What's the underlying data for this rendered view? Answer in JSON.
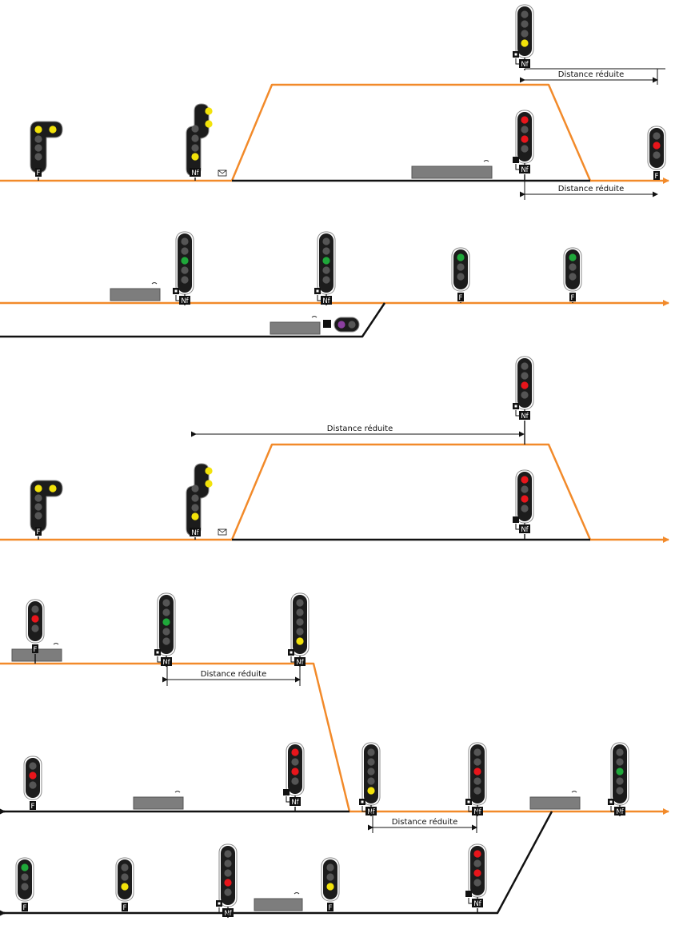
{
  "colors": {
    "route": "#f28a2a",
    "track": "#111111",
    "red": "#e8151b",
    "green": "#1fa83a",
    "yellow": "#f2e20a",
    "violet": "#8b3fa0",
    "off": "#555555",
    "body": "#1c1c1c",
    "train": "#7d7d7d"
  },
  "labels": {
    "reduced_distance": "Distance réduite",
    "plate_nf": "Nf",
    "plate_f": "F"
  }
}
